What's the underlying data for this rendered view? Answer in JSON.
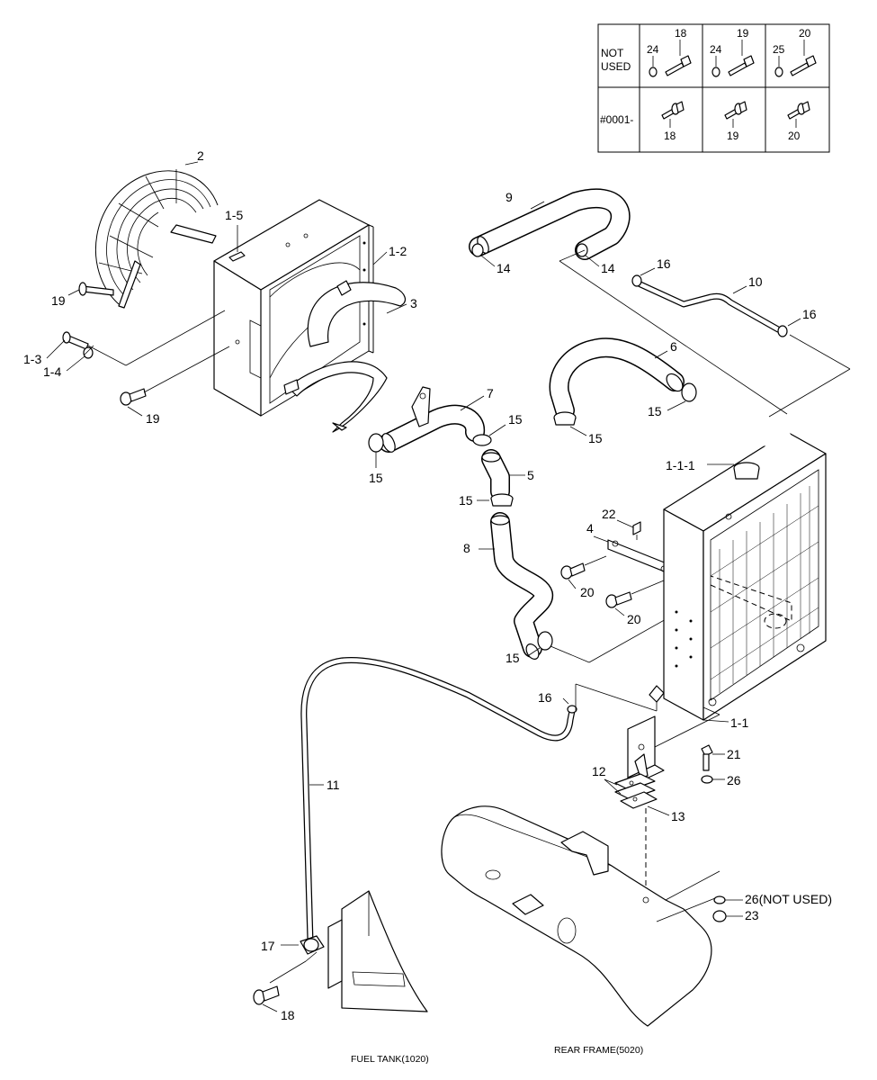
{
  "table": {
    "row1_label_line1": "NOT",
    "row1_label_line2": "USED",
    "row2_label": "#0001-",
    "cells": {
      "c1_washer": "24",
      "c1_bolt": "18",
      "c2_washer": "24",
      "c2_bolt": "19",
      "c3_washer": "25",
      "c3_bolt": "20",
      "r2_c1": "18",
      "r2_c2": "19",
      "r2_c3": "20"
    }
  },
  "labels": {
    "p2": "2",
    "p1_5": "1-5",
    "p1_2": "1-2",
    "p3": "3",
    "p19_top": "19",
    "p1_3": "1-3",
    "p1_4": "1-4",
    "p19_bottom": "19",
    "p9": "9",
    "p14_left": "14",
    "p14_right": "14",
    "p16_top": "16",
    "p10": "10",
    "p16_right": "16",
    "p6": "6",
    "p15_a": "15",
    "p15_b": "15",
    "p7": "7",
    "p15_c": "15",
    "p15_d": "15",
    "p5": "5",
    "p15_e": "15",
    "p1_1_1": "1-1-1",
    "p22": "22",
    "p4": "4",
    "p8": "8",
    "p20_a": "20",
    "p20_b": "20",
    "p15_f": "15",
    "p16_mid": "16",
    "p1_1": "1-1",
    "p21": "21",
    "p12": "12",
    "p26": "26",
    "p11": "11",
    "p13": "13",
    "p26_not_used": "26(NOT USED)",
    "p23": "23",
    "p17": "17",
    "p18": "18"
  },
  "captions": {
    "fuel_tank": "FUEL TANK(1020)",
    "rear_frame": "REAR FRAME(5020)"
  }
}
